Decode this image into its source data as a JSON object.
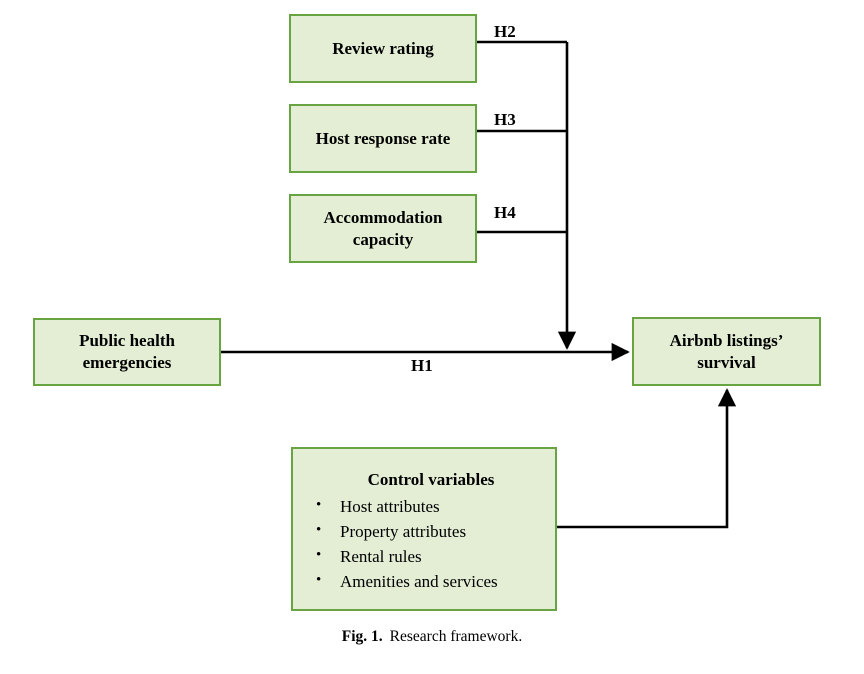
{
  "figure": {
    "caption_label": "Fig. 1.",
    "caption_text": "Research framework.",
    "colors": {
      "node_fill": "#e3eed5",
      "node_border": "#69a442",
      "connector": "#000000",
      "text": "#000000",
      "background": "#ffffff"
    }
  },
  "nodes": {
    "review_rating": {
      "label": "Review rating"
    },
    "host_response_rate": {
      "label": "Host response rate"
    },
    "accommodation_capacity": {
      "label": "Accommodation capacity"
    },
    "public_health_emergencies": {
      "label": "Public health emergencies"
    },
    "airbnb_survival": {
      "label": "Airbnb listings’ survival"
    },
    "control_variables": {
      "title": "Control variables",
      "bullet_glyph": "•",
      "items": [
        "Host attributes",
        "Property attributes",
        "Rental rules",
        "Amenities and services"
      ]
    }
  },
  "edges": [
    {
      "id": "h1",
      "label": "H1",
      "from": "public_health_emergencies",
      "to": "airbnb_survival",
      "arrow": true
    },
    {
      "id": "h2",
      "label": "H2",
      "from": "review_rating",
      "to": "h1-path",
      "arrow": true
    },
    {
      "id": "h3",
      "label": "H3",
      "from": "host_response_rate",
      "to": "h1-path",
      "arrow": true
    },
    {
      "id": "h4",
      "label": "H4",
      "from": "accommodation_capacity",
      "to": "h1-path",
      "arrow": true
    },
    {
      "id": "controls",
      "label": "",
      "from": "control_variables",
      "to": "airbnb_survival",
      "arrow": true
    }
  ]
}
